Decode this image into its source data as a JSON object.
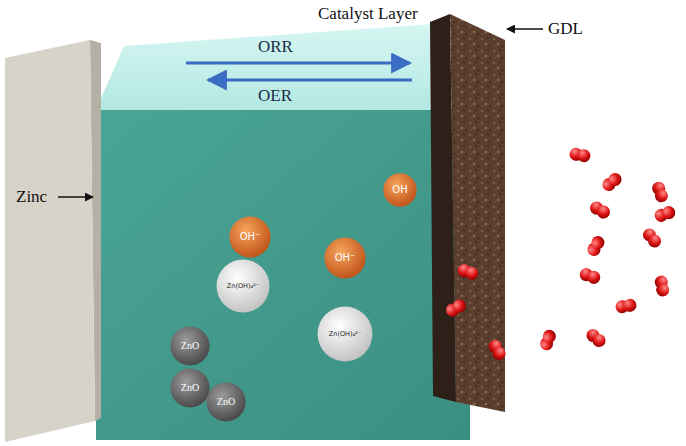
{
  "diagram": {
    "nodes": [
      {
        "text": [
          "OH"
        ]
      },
      {
        "text": [
          "OH⁻"
        ]
      },
      {
        "text": [
          "OH⁻"
        ]
      },
      {
        "text": [
          "Zn(OH)₄²⁻"
        ]
      },
      {
        "text": [
          "Zn(OH)₄²⁻"
        ]
      },
      {
        "text": [
          "ZnO"
        ]
      },
      {
        "text": [
          "ZnO"
        ]
      },
      {
        "text": [
          "ZnO"
        ]
      }
    ],
    "labels": [
      "Catalyst Layer",
      "GDL",
      "ORR",
      "OER",
      "Zinc"
    ]
  }
}
